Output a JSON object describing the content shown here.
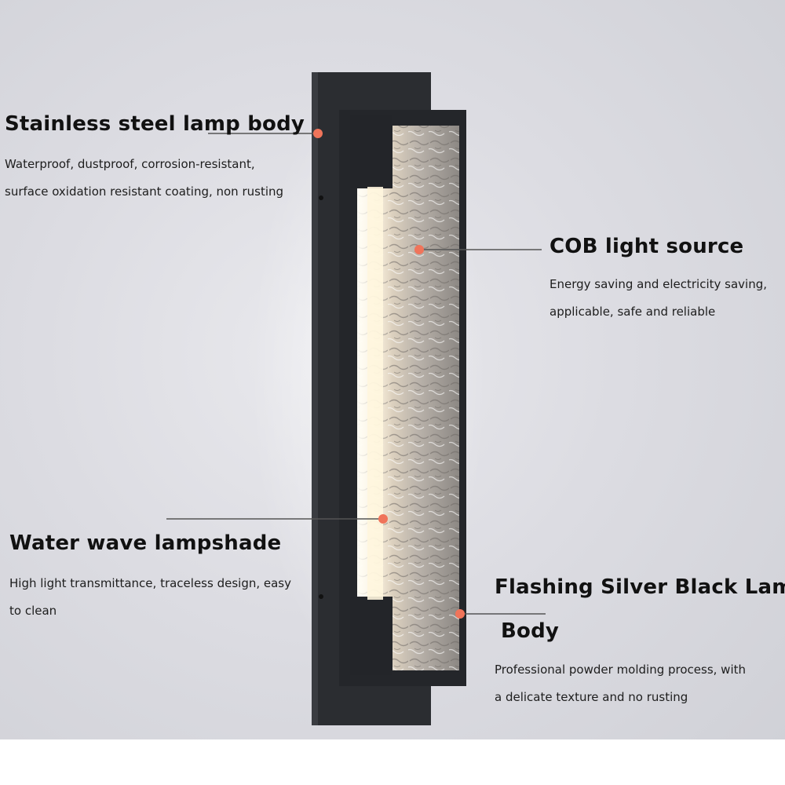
{
  "callouts": [
    {
      "id": "lamp-body",
      "title": "Stainless steel lamp body",
      "lines": [
        "Waterproof, dustproof, corrosion-resistant,",
        "surface oxidation resistant coating, non rusting"
      ]
    },
    {
      "id": "light-source",
      "title": "COB light source",
      "lines": [
        "Energy saving and electricity saving,",
        "applicable, safe and reliable"
      ]
    },
    {
      "id": "lampshade",
      "title": "Water wave lampshade",
      "lines": [
        "High light transmittance, traceless design, easy",
        "to clean"
      ]
    },
    {
      "id": "finish",
      "title_line1": "Flashing Silver Black Lamp",
      "title_line2": "Body",
      "lines": [
        "Professional powder molding process, with",
        "a delicate texture and no rusting"
      ]
    }
  ],
  "colors": {
    "marker_dot": "#f0745a",
    "leader_line": "#555555",
    "lamp_frame": "#27292d"
  }
}
